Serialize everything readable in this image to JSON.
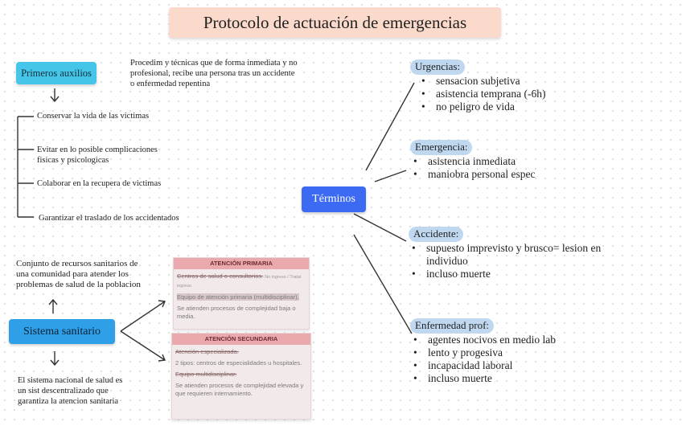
{
  "title": "Protocolo de actuación de emergencias",
  "primeros": {
    "label": "Primeros auxilios",
    "definition_lines": [
      "Procedim y técnicas que de forma inmediata y no",
      "profesional, recibe una persona tras un accidente",
      "o enfermedad repentina"
    ],
    "objectives": [
      "Conservar la vida de las victimas",
      "Evitar en lo posible complicaciones",
      "fisicas y psicologicas",
      "Colaborar en la recupera de victimas",
      "Garantizar el traslado de los accidentados"
    ]
  },
  "sistema": {
    "label": "Sistema sanitario",
    "top_lines": [
      "Conjunto de recursos sanitarios de",
      "una comunidad para atender los",
      "problemas de salud de la poblacion"
    ],
    "bottom_lines": [
      "El sistema nacional de salud es",
      "un sist descentralizado que",
      "garantiza la atencion sanitaria"
    ]
  },
  "cards": {
    "primaria": {
      "header": "ATENCIÓN PRIMARIA",
      "l1": "Centros de salud o consultorios.",
      "l1_note": "No ingreso / Tratar ingreso",
      "l2": "Equipo de atención primaria (multidisciplinar).",
      "l3": "Se atienden procesos de complejidad baja o media."
    },
    "secundaria": {
      "header": "ATENCIÓN SECUNDARIA",
      "l1": "Atención especializada.",
      "l2": "2 tipos: centros de especialidades u hospitales.",
      "l3": "Equipo multidisciplinar.",
      "l4": "Se atienden procesos de complejidad elevada y que requieren internamiento."
    }
  },
  "terminos": {
    "label": "Términos",
    "groups": [
      {
        "name": "Urgencias:",
        "items": [
          "sensacion subjetiva",
          "asistencia temprana (-6h)",
          "no peligro de vida"
        ]
      },
      {
        "name": "Emergencia:",
        "items": [
          "asistencia inmediata",
          "maniobra personal espec"
        ]
      },
      {
        "name": "Accidente:",
        "items": [
          "supuesto imprevisto y brusco= lesion en individuo",
          "incluso muerte"
        ]
      },
      {
        "name": "Enfermedad prof:",
        "items": [
          "agentes nocivos en medio lab",
          "lento y progesiva",
          "incapacidad laboral",
          "incluso muerte"
        ]
      }
    ]
  },
  "colors": {
    "title_bg": "#fbd9cb",
    "primeros_bg": "#45c6e8",
    "sistema_bg": "#2f9fe8",
    "terminos_bg": "#3d6af2",
    "group_head_bg": "#bfd8f0",
    "card_head_bg": "#eaa9ad"
  }
}
